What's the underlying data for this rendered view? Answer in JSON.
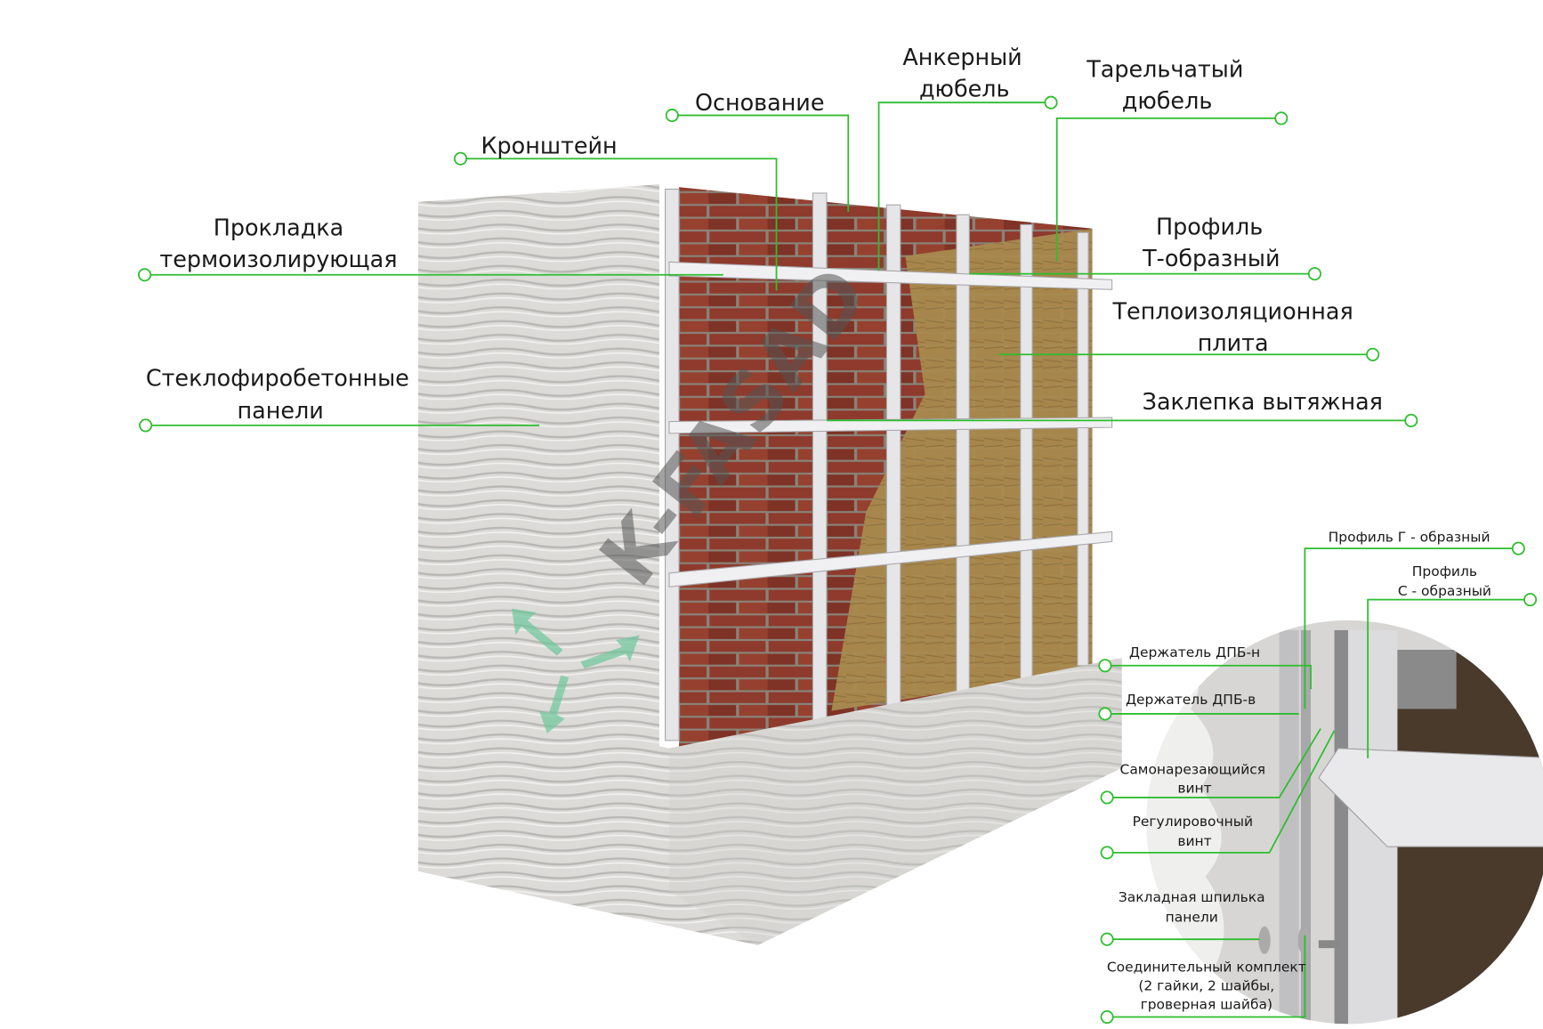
{
  "title": "Навесной фасад из стеклофибробетонных панелей",
  "colors": {
    "accent": "#2ebd2e",
    "brick": "#8e3a2c",
    "insulation": "#a88a4e",
    "panel": "#dcdbd8",
    "profile": "#e8e8ea"
  },
  "watermark": "K-FASAD",
  "labels": {
    "osnovanie": "Основание",
    "kronshtein": "Кронштейн",
    "ankernyi": [
      "Анкерный",
      "дюбель"
    ],
    "tarelchatyi": [
      "Тарельчатый",
      "дюбель"
    ],
    "prokladka": [
      "Прокладка",
      "термоизолирующая"
    ],
    "profil_t": [
      "Профиль",
      "Т-образный"
    ],
    "teploizol": [
      "Теплоизоляционная",
      "плита"
    ],
    "steklo": [
      "Стеклофиробетонные",
      "панели"
    ],
    "zaklepka": "Заклепка вытяжная"
  },
  "detail_labels": {
    "profil_g": "Профиль Г - образный",
    "profil_c": [
      "Профиль",
      "С - образный"
    ],
    "derzh_n": "Держатель ДПБ-н",
    "derzh_v": "Держатель ДПБ-в",
    "samonar": [
      "Самонарезающийся",
      "винт"
    ],
    "regul": [
      "Регулировочный",
      "винт"
    ],
    "zakladnaya": [
      "Закладная шпилька",
      "панели"
    ],
    "soedin": [
      "Соединительный комплект",
      "(2 гайки, 2 шайбы,",
      "гроверная шайба)"
    ]
  }
}
